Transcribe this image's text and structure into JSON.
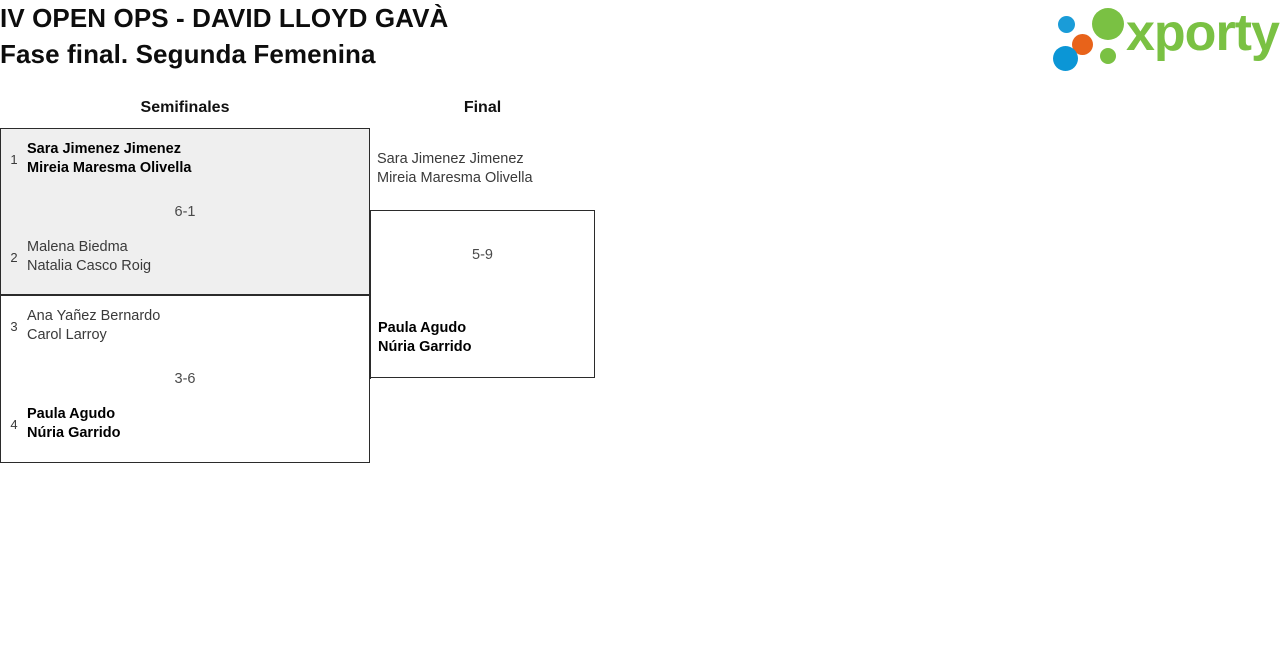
{
  "header": {
    "title_line1": "IV OPEN OPS - DAVID LLOYD GAVÀ",
    "title_line2": "Fase final. Segunda Femenina",
    "logo_text": "xporty",
    "colors": {
      "logo_green": "#7ac143",
      "logo_blue": "#0b96d6",
      "logo_orange": "#e8631a",
      "shaded_row": "#efefef",
      "border": "#2b2b2b"
    }
  },
  "bracket": {
    "rounds": [
      {
        "label": "Semifinales"
      },
      {
        "label": "Final"
      }
    ],
    "matches": [
      {
        "id": "semifinal-1",
        "round": "Semifinales",
        "shaded": true,
        "score": "6-1",
        "teams": [
          {
            "seed": "1",
            "player1": "Sara Jimenez Jimenez",
            "player2": "Mireia Maresma Olivella",
            "winner": true
          },
          {
            "seed": "2",
            "player1": "Malena Biedma",
            "player2": "Natalia Casco Roig",
            "winner": false
          }
        ]
      },
      {
        "id": "semifinal-2",
        "round": "Semifinales",
        "shaded": false,
        "score": "3-6",
        "teams": [
          {
            "seed": "3",
            "player1": "Ana Yañez Bernardo",
            "player2": "Carol Larroy",
            "winner": false
          },
          {
            "seed": "4",
            "player1": "Paula Agudo",
            "player2": "Núria Garrido",
            "winner": true
          }
        ]
      },
      {
        "id": "final-1",
        "round": "Final",
        "shaded": false,
        "score": "5-9",
        "teams": [
          {
            "seed": "",
            "player1": "Sara Jimenez Jimenez",
            "player2": "Mireia Maresma Olivella",
            "winner": false
          },
          {
            "seed": "",
            "player1": "Paula Agudo",
            "player2": "Núria Garrido",
            "winner": true
          }
        ]
      }
    ]
  }
}
